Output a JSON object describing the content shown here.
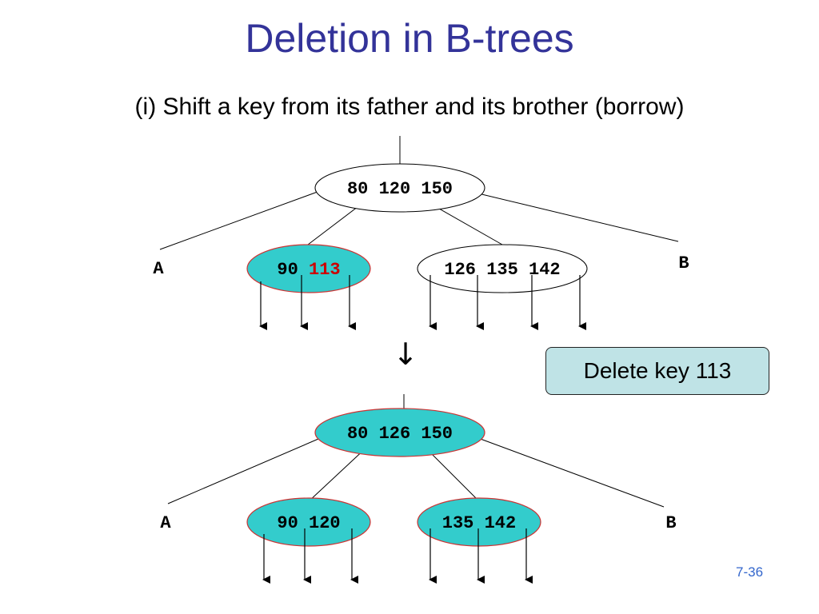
{
  "slide": {
    "title": "Deletion in B-trees",
    "subtitle": "(i) Shift a key from its father and its brother (borrow)",
    "page_number": "7-36"
  },
  "callout": {
    "text": "Delete key 113"
  },
  "colors": {
    "title": "#333399",
    "node_fill": "#33cccc",
    "highlight_key": "#cc0000",
    "node_outline_highlight": "#cc3333"
  },
  "before": {
    "root": {
      "keys": [
        "80",
        "120",
        "150"
      ]
    },
    "left_label": "A",
    "right_label": "B",
    "left_child": {
      "key_normal": "90",
      "key_deleted": "113"
    },
    "right_child": {
      "keys": [
        "126",
        "135",
        "142"
      ]
    }
  },
  "arrow_symbol": "↓",
  "after": {
    "root": {
      "keys": [
        "80",
        "126",
        "150"
      ]
    },
    "left_label": "A",
    "right_label": "B",
    "left_child": {
      "keys": [
        "90",
        "120"
      ]
    },
    "right_child": {
      "keys": [
        "135",
        "142"
      ]
    }
  }
}
